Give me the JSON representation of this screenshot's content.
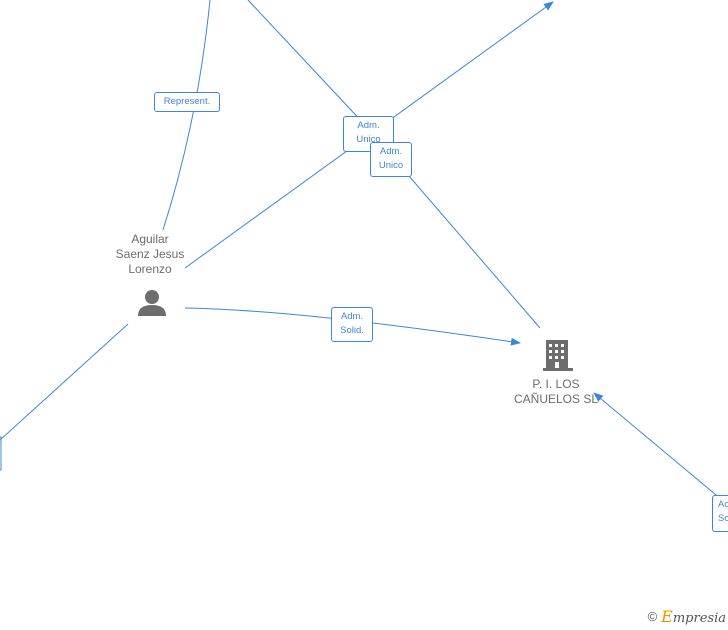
{
  "nodes": {
    "person": {
      "label": "Aguilar\nSaenz Jesus\nLorenzo",
      "icon": "person-icon"
    },
    "company": {
      "label": "P. I. LOS\nCAÑUELOS SL",
      "icon": "building-icon"
    }
  },
  "edges": {
    "represent": "Represent.",
    "adm_unico_1": "Adm.\nUnico",
    "adm_unico_2": "Adm.\nUnico",
    "adm_solid": "Adm.\nSolid.",
    "partial_right": "Ac\nSo"
  },
  "watermark": {
    "copyright": "©",
    "brand_initial": "E",
    "brand_rest": "mpresia"
  },
  "colors": {
    "edge": "#3d86d6",
    "icon": "#6d6d6d",
    "brand": "#f29400"
  }
}
